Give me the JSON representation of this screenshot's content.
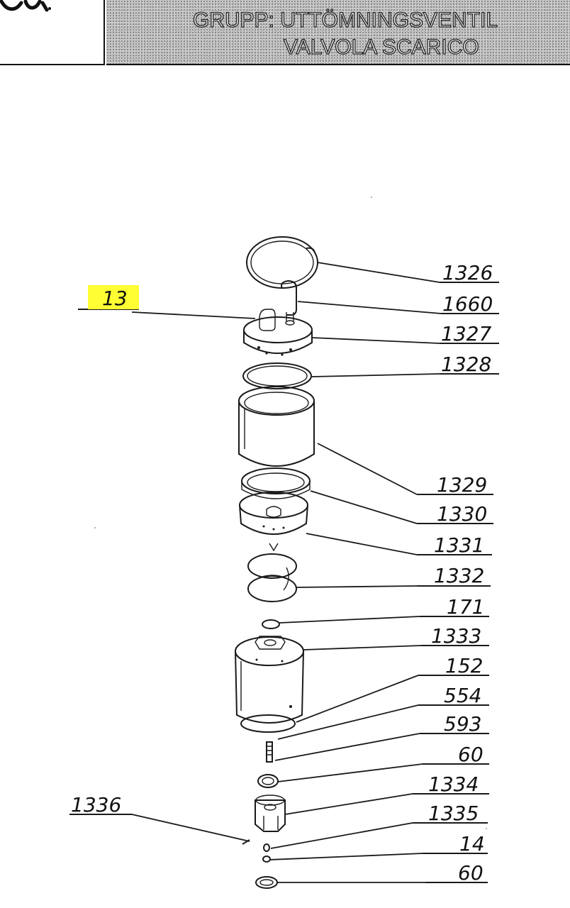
{
  "header": {
    "title_line_1": "GRUPP: UTTÖMNINGSVENTIL",
    "title_line_2": "VALVOLA SCARICO"
  },
  "highlight_color": "#ffff33",
  "callouts": {
    "c13": "13",
    "c1326": "1326",
    "c1660": "1660",
    "c1327": "1327",
    "c1328": "1328",
    "c1329": "1329",
    "c1330": "1330",
    "c1331": "1331",
    "c1332": "1332",
    "c171": "171",
    "c1333": "1333",
    "c152": "152",
    "c554": "554",
    "c593": "593",
    "c60a": "60",
    "c1334": "1334",
    "c1336": "1336",
    "c1335": "1335",
    "c14": "14",
    "c60b": "60"
  }
}
